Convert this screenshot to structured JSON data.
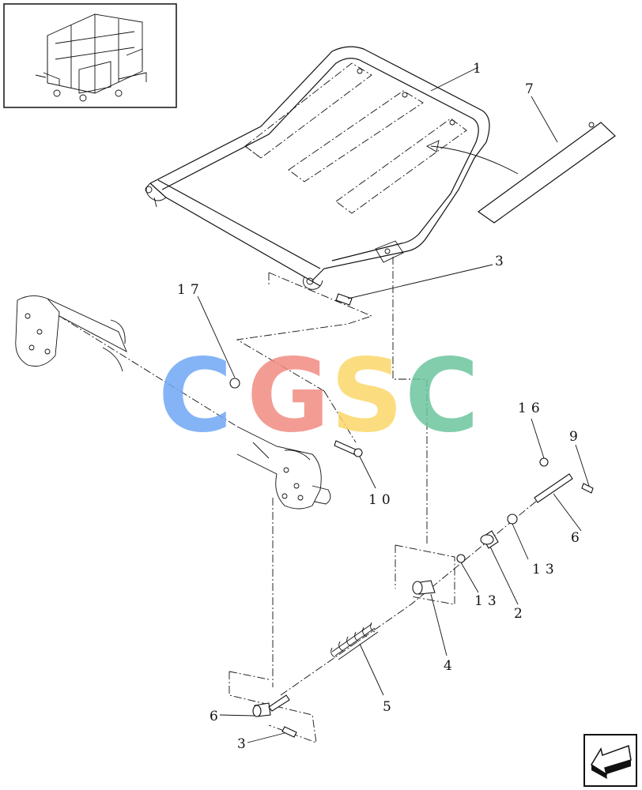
{
  "callouts": [
    {
      "id": "c1",
      "text": "1"
    },
    {
      "id": "c7",
      "text": "7"
    },
    {
      "id": "c3a",
      "text": "3"
    },
    {
      "id": "c17",
      "text": "17"
    },
    {
      "id": "c16",
      "text": "16"
    },
    {
      "id": "c9",
      "text": "9"
    },
    {
      "id": "c10",
      "text": "10"
    },
    {
      "id": "c6a",
      "text": "6"
    },
    {
      "id": "c13a",
      "text": "13"
    },
    {
      "id": "c13b",
      "text": "13"
    },
    {
      "id": "c2",
      "text": "2"
    },
    {
      "id": "c4",
      "text": "4"
    },
    {
      "id": "c5",
      "text": "5"
    },
    {
      "id": "c6b",
      "text": "6"
    },
    {
      "id": "c3b",
      "text": "3"
    }
  ],
  "watermark": {
    "letters": [
      "C",
      "G",
      "S",
      "C"
    ],
    "colors": [
      "#6fa8f5",
      "#f28b82",
      "#fbd86b",
      "#6cc59e"
    ]
  },
  "nav_icon": "back-arrow-icon"
}
